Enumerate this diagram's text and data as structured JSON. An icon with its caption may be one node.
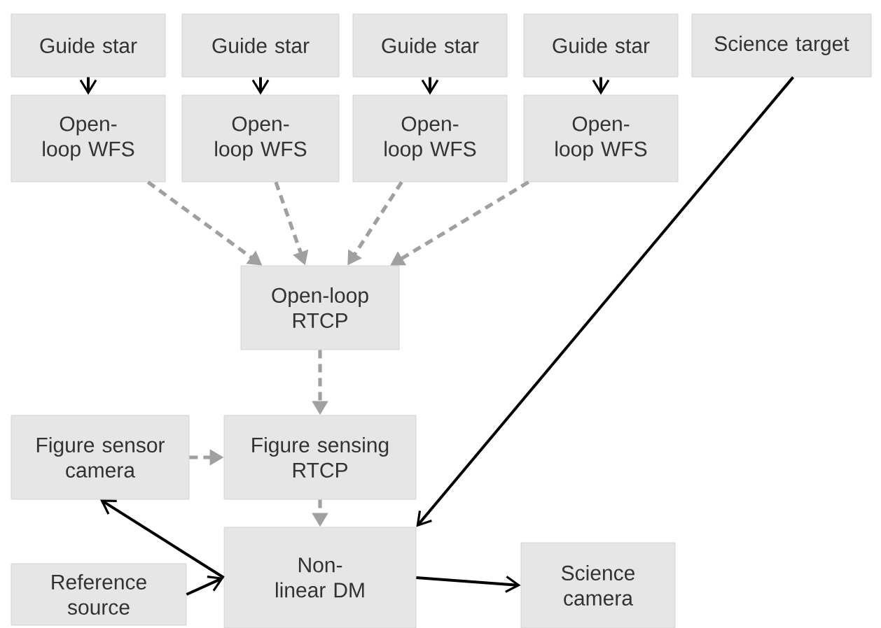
{
  "diagram": {
    "nodes": [
      {
        "text": [
          "Guide star"
        ]
      },
      {
        "text": [
          "Guide star"
        ]
      },
      {
        "text": [
          "Guide star"
        ]
      },
      {
        "text": [
          "Guide star"
        ]
      },
      {
        "text": [
          "Science target"
        ]
      },
      {
        "text": [
          "Open-loop WFS"
        ]
      },
      {
        "text": [
          "Open-loop WFS"
        ]
      },
      {
        "text": [
          "Open-loop WFS"
        ]
      },
      {
        "text": [
          "Open-loop WFS"
        ]
      },
      {
        "text": [
          "Open-loop RTCP"
        ]
      },
      {
        "text": [
          "Figure sensor camera"
        ]
      },
      {
        "text": [
          "Figure sensing RTCP"
        ]
      },
      {
        "text": [
          "Reference source"
        ]
      },
      {
        "text": [
          "Non-linear DM"
        ]
      },
      {
        "text": [
          "Science camera"
        ]
      }
    ],
    "edges": [
      {
        "from": 0,
        "to": 5,
        "arrow": "to"
      },
      {
        "from": 1,
        "to": 6,
        "arrow": "to"
      },
      {
        "from": 2,
        "to": 7,
        "arrow": "to"
      },
      {
        "from": 3,
        "to": 8,
        "arrow": "to"
      },
      {
        "from": 5,
        "to": 9,
        "arrow": "to",
        "style": "dashed",
        "color": "#a0a0a0"
      },
      {
        "from": 6,
        "to": 9,
        "arrow": "to",
        "style": "dashed",
        "color": "#a0a0a0"
      },
      {
        "from": 7,
        "to": 9,
        "arrow": "to",
        "style": "dashed",
        "color": "#a0a0a0"
      },
      {
        "from": 8,
        "to": 9,
        "arrow": "to",
        "style": "dashed",
        "color": "#a0a0a0"
      },
      {
        "from": 9,
        "to": 11,
        "arrow": "to",
        "style": "dashed",
        "color": "#a0a0a0"
      },
      {
        "from": 10,
        "to": 11,
        "arrow": "to",
        "style": "dashed",
        "color": "#a0a0a0"
      },
      {
        "from": 11,
        "to": 13,
        "arrow": "to",
        "style": "dashed",
        "color": "#a0a0a0"
      },
      {
        "from": 4,
        "to": 13,
        "arrow": "to"
      },
      {
        "from": 13,
        "to": 10,
        "arrow": "to"
      },
      {
        "from": 12,
        "to": 13,
        "arrow": "to"
      },
      {
        "from": 13,
        "to": 14,
        "arrow": "to"
      }
    ]
  }
}
